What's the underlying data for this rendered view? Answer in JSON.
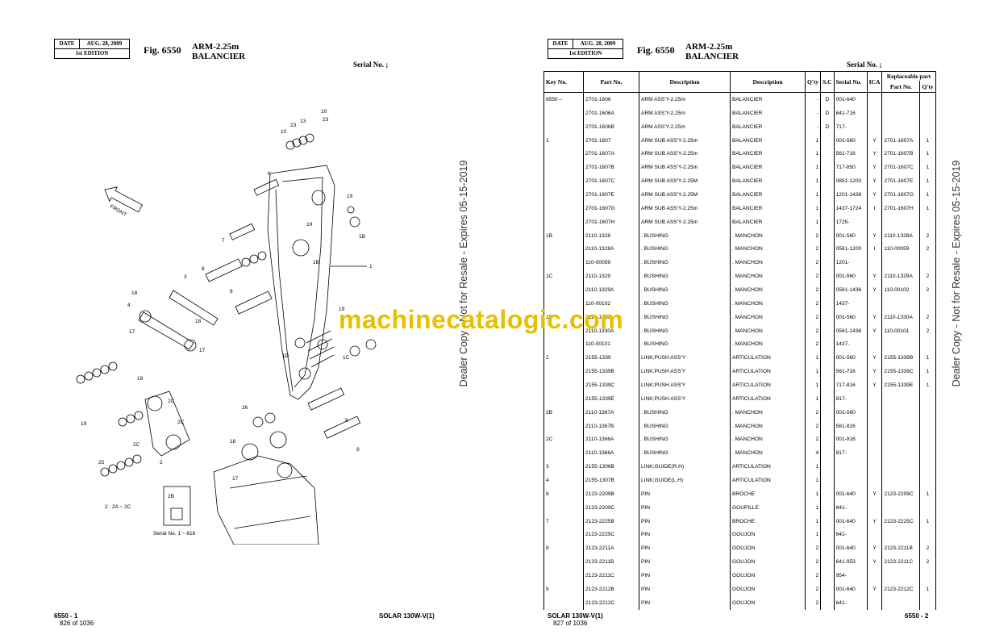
{
  "header": {
    "date_label": "DATE",
    "date_value": "AUG. 28, 2009",
    "edition": "1st EDITION",
    "fig": "Fig. 6550",
    "title_en": "ARM-2.25m",
    "title_fr": "BALANCIER",
    "serial_left": "Serial No. ;",
    "serial_right": "Serial No. ;"
  },
  "left": {
    "footer_page": "6550 - 1",
    "footer_of": "826 of 1036",
    "footer_model": "SOLAR 130W-V(1)",
    "diagram": {
      "front": "FRONT",
      "inset_title": "2B",
      "inset_note": "2 : 2A ~ 2C",
      "inset_serial": "Serial No. 1 ~ 816"
    }
  },
  "right": {
    "footer_model": "SOLAR 130W-V(1)",
    "footer_of": "827 of 1036",
    "footer_page": "6550 - 2"
  },
  "watermark": {
    "side_left": "Dealer Copy - Not for Resale - Expires 05-15-2019",
    "side_right": "Dealer Copy - Not for Resale - Expires 05-15-2019",
    "center": "machinecatalogic.com"
  },
  "table": {
    "headers": {
      "key": "Key No.",
      "part": "Part No.",
      "desc": "Description",
      "desc2": "Description",
      "qty": "Q'ty",
      "sc": "S.C",
      "serial": "Serial No.",
      "ica": "ICA",
      "replaceable": "Replaceable part",
      "rep_part": "Part No.",
      "rep_qty": "Q'ty"
    },
    "rows": [
      [
        "6550 –",
        "2701-1606",
        "ARM ASS'Y-2.25m",
        "BALANCIER",
        "-",
        "D",
        "001-640",
        "",
        "",
        ""
      ],
      [
        "",
        "2701-1606A",
        "ARM ASS'Y-2.25m",
        "BALANCIER",
        "-",
        "D",
        "641-716",
        "",
        "",
        ""
      ],
      [
        "",
        "2701-1606B",
        "ARM ASS'Y-2.25m",
        "BALANCIER",
        "-",
        "D",
        "717-",
        "",
        "",
        ""
      ],
      [
        "1",
        "2701-1607",
        "ARM SUB ASS'Y-2.25m",
        "BALANCIER",
        "1",
        "",
        "001-560",
        "Y",
        "2701-1607A",
        "1"
      ],
      [
        "",
        "2701-1607A",
        "ARM SUB ASS'Y-2.25m",
        "BALANCIER",
        "1",
        "",
        "561-716",
        "Y",
        "2701-1607B",
        "1"
      ],
      [
        "",
        "2701-1607B",
        "ARM SUB ASS'Y-2.25m",
        "BALANCIER",
        "1",
        "",
        "717-850",
        "Y",
        "2701-1607C",
        "1"
      ],
      [
        "",
        "2701-1607C",
        "ARM SUB ASS'Y-2.25M",
        "BALANCIER",
        "1",
        "",
        "0851-1200",
        "Y",
        "2701-1607E",
        "1"
      ],
      [
        "",
        "2701-1607E",
        "ARM SUB ASS'Y-2.25M",
        "BALANCIER",
        "1",
        "",
        "1201-1436",
        "Y",
        "2701-1607G",
        "1"
      ],
      [
        "",
        "2701-1607G",
        "ARM SUB ASS'Y-2.25m",
        "BALANCIER",
        "1",
        "",
        "1437-1724",
        "I",
        "2701-1607H",
        "1"
      ],
      [
        "",
        "2701-1607H",
        "ARM SUB ASS'Y-2.25m",
        "BALANCIER",
        "1",
        "",
        "1725-",
        "",
        "",
        ""
      ],
      [
        "1B",
        "2110-1328",
        ". BUSHING",
        ". MANCHON",
        "2",
        "",
        "001-560",
        "Y",
        "2110-1328A",
        "2"
      ],
      [
        "",
        "2110-1328A",
        ". BUSHING",
        ". MANCHON",
        "2",
        "",
        "0561-1200",
        "I",
        "110-00059",
        "2"
      ],
      [
        "",
        "110-00059",
        ". BUSHING",
        ". MANCHON",
        "2",
        "",
        "1201-",
        "",
        "",
        ""
      ],
      [
        "1C",
        "2110-1329",
        ". BUSHING",
        ". MANCHON",
        "2",
        "",
        "001-560",
        "Y",
        "2110-1329A",
        "2"
      ],
      [
        "",
        "2110-1329A",
        ". BUSHING",
        ". MANCHON",
        "2",
        "",
        "0561-1436",
        "Y",
        "110-00102",
        "2"
      ],
      [
        "",
        "110-00102",
        ". BUSHING",
        ". MANCHON",
        "2",
        "",
        "1437-",
        "",
        "",
        ""
      ],
      [
        "1D",
        "2110-1330",
        ". BUSHING",
        ". MANCHON",
        "2",
        "",
        "001-560",
        "Y",
        "2110-1330A",
        "2"
      ],
      [
        "",
        "2110-1330A",
        ". BUSHING",
        ". MANCHON",
        "2",
        "",
        "0561-1436",
        "Y",
        "110-00101",
        "2"
      ],
      [
        "",
        "110-00101",
        ". BUSHING",
        ". MANCHON",
        "2",
        "",
        "1437-",
        "",
        "",
        ""
      ],
      [
        "2",
        "2155-1339",
        "LINK;PUSH ASS'Y",
        "ARTICULATION",
        "1",
        "",
        "001-560",
        "Y",
        "2155-1339B",
        "1"
      ],
      [
        "",
        "2155-1339B",
        "LINK;PUSH ASS'Y",
        "ARTICULATION",
        "1",
        "",
        "561-716",
        "Y",
        "2155-1339C",
        "1"
      ],
      [
        "",
        "2155-1339C",
        "LINK;PUSH ASS'Y",
        "ARTICULATION",
        "1",
        "",
        "717-816",
        "Y",
        "2155-1339E",
        "1"
      ],
      [
        "",
        "2155-1339E",
        "LINK;PUSH ASS'Y",
        "ARTICULATION",
        "1",
        "",
        "817-",
        "",
        "",
        ""
      ],
      [
        "2B",
        "2110-1367A",
        ". BUSHING",
        ". MANCHON",
        "2",
        "",
        "001-560",
        "",
        "",
        ""
      ],
      [
        "",
        "2110-1367B",
        ". BUSHING",
        ". MANCHON",
        "2",
        "",
        "561-816",
        "",
        "",
        ""
      ],
      [
        "2C",
        "2110-1366A",
        ". BUSHING",
        ". MANCHON",
        "2",
        "",
        "001-816",
        "",
        "",
        ""
      ],
      [
        "",
        "2110-1366A",
        ". BUSHING",
        ". MANCHON",
        "4",
        "",
        "817-",
        "",
        "",
        ""
      ],
      [
        "3",
        "2155-1306B",
        "LINK;GUIDE(R.H)",
        "ARTICULATION",
        "1",
        "",
        "",
        "",
        "",
        ""
      ],
      [
        "4",
        "2155-1307B",
        "LINK;GUIDE(L.H)",
        "ARTICULATION",
        "1",
        "",
        "",
        "",
        "",
        ""
      ],
      [
        "6",
        "2123-2209B",
        "PIN",
        "BROCHE",
        "1",
        "",
        "001-640",
        "Y",
        "2123-2209C",
        "1"
      ],
      [
        "",
        "2123-2209C",
        "PIN",
        "GOUPILLE",
        "1",
        "",
        "641-",
        "",
        "",
        ""
      ],
      [
        "7",
        "2123-2225B",
        "PIN",
        "BROCHE",
        "1",
        "",
        "001-640",
        "Y",
        "2123-2225C",
        "1"
      ],
      [
        "",
        "2123-2225C",
        "PIN",
        "GOUJON",
        "1",
        "",
        "641-",
        "",
        "",
        ""
      ],
      [
        "8",
        "2123-2211A",
        "PIN",
        "GOUJON",
        "2",
        "",
        "001-640",
        "Y",
        "2123-2211B",
        "2"
      ],
      [
        "",
        "2123-2211B",
        "PIN",
        "GOUJON",
        "2",
        "",
        "641-953",
        "Y",
        "2123-2211C",
        "2"
      ],
      [
        "",
        "2123-2211C",
        "PIN",
        "GOUJON",
        "2",
        "",
        "954-",
        "",
        "",
        ""
      ],
      [
        "9",
        "2123-2212B",
        "PIN",
        "GOUJON",
        "2",
        "",
        "001-640",
        "Y",
        "2123-2212C",
        "1"
      ],
      [
        "",
        "2123-2212C",
        "PIN",
        "GOUJON",
        "2",
        "",
        "641-",
        "",
        "",
        ""
      ]
    ]
  }
}
